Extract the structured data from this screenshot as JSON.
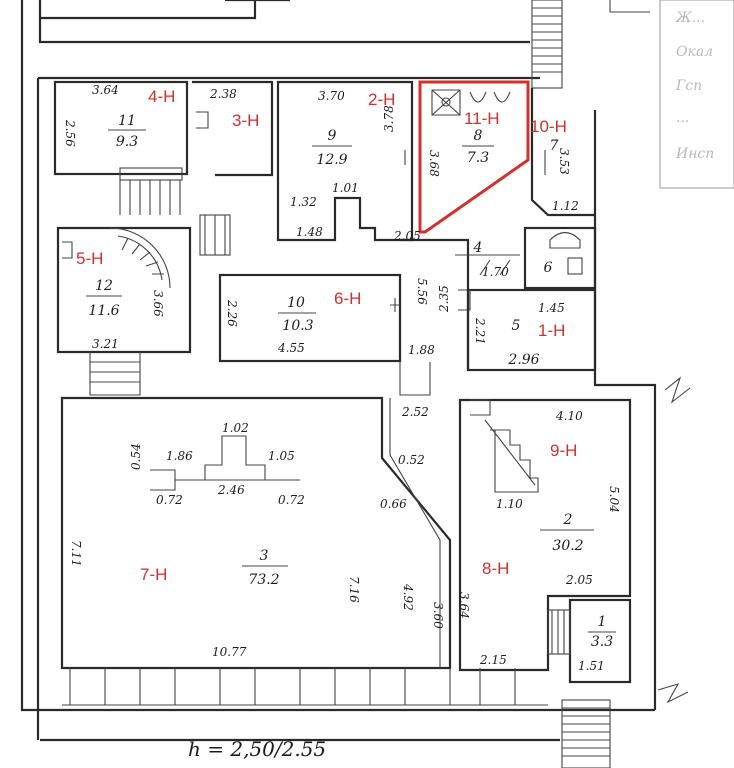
{
  "units": [
    {
      "id": "u4",
      "label": "4-Н"
    },
    {
      "id": "u3",
      "label": "3-Н"
    },
    {
      "id": "u2",
      "label": "2-Н"
    },
    {
      "id": "u11",
      "label": "11-Н"
    },
    {
      "id": "u10",
      "label": "10-Н"
    },
    {
      "id": "u5",
      "label": "5-Н"
    },
    {
      "id": "u6",
      "label": "6-Н"
    },
    {
      "id": "u1",
      "label": "1-Н"
    },
    {
      "id": "u9",
      "label": "9-Н"
    },
    {
      "id": "u7",
      "label": "7-Н"
    },
    {
      "id": "u8",
      "label": "8-Н"
    }
  ],
  "rooms": [
    {
      "id": "r11",
      "number": "11",
      "area": "9.3"
    },
    {
      "id": "r9",
      "number": "9",
      "area": "12.9"
    },
    {
      "id": "r8",
      "number": "8",
      "area": "7.3"
    },
    {
      "id": "r7",
      "number": "7",
      "area": ""
    },
    {
      "id": "r4",
      "number": "4",
      "area": ""
    },
    {
      "id": "r6",
      "number": "6",
      "area": ""
    },
    {
      "id": "r12",
      "number": "12",
      "area": "11.6"
    },
    {
      "id": "r10",
      "number": "10",
      "area": "10.3"
    },
    {
      "id": "r5",
      "number": "5",
      "area": "2.96"
    },
    {
      "id": "r3",
      "number": "3",
      "area": "73.2"
    },
    {
      "id": "r2",
      "number": "2",
      "area": "30.2"
    },
    {
      "id": "r1",
      "number": "1",
      "area": "3.3"
    }
  ],
  "dimensions": [
    {
      "id": "d1",
      "text": "3.64"
    },
    {
      "id": "d2",
      "text": "2.56"
    },
    {
      "id": "d3",
      "text": "2.38"
    },
    {
      "id": "d4",
      "text": "3.70"
    },
    {
      "id": "d5",
      "text": "3.78"
    },
    {
      "id": "d6",
      "text": "1.01"
    },
    {
      "id": "d7",
      "text": "1.32"
    },
    {
      "id": "d8",
      "text": "1.48"
    },
    {
      "id": "d9",
      "text": "2.05"
    },
    {
      "id": "d10",
      "text": "3.68"
    },
    {
      "id": "d11",
      "text": "3.53"
    },
    {
      "id": "d12",
      "text": "1.12"
    },
    {
      "id": "d13",
      "text": "1.70"
    },
    {
      "id": "d14",
      "text": "5.56"
    },
    {
      "id": "d15",
      "text": "2.26"
    },
    {
      "id": "d16",
      "text": "4.55"
    },
    {
      "id": "d17",
      "text": "1.88"
    },
    {
      "id": "d18",
      "text": "2.35"
    },
    {
      "id": "d19",
      "text": "1.45"
    },
    {
      "id": "d20",
      "text": "2.21"
    },
    {
      "id": "d21",
      "text": "3.66"
    },
    {
      "id": "d22",
      "text": "3.21"
    },
    {
      "id": "d23",
      "text": "1.02"
    },
    {
      "id": "d24",
      "text": "1.86"
    },
    {
      "id": "d25",
      "text": "1.05"
    },
    {
      "id": "d26",
      "text": "0.54"
    },
    {
      "id": "d27",
      "text": "0.72"
    },
    {
      "id": "d28",
      "text": "2.46"
    },
    {
      "id": "d29",
      "text": "0.72"
    },
    {
      "id": "d30",
      "text": "2.52"
    },
    {
      "id": "d31",
      "text": "4.10"
    },
    {
      "id": "d32",
      "text": "0.52"
    },
    {
      "id": "d33",
      "text": "0.66"
    },
    {
      "id": "d34",
      "text": "1.10"
    },
    {
      "id": "d35",
      "text": "5.04"
    },
    {
      "id": "d36",
      "text": "7.11"
    },
    {
      "id": "d37",
      "text": "7.16"
    },
    {
      "id": "d38",
      "text": "4.92"
    },
    {
      "id": "d39",
      "text": "3.60"
    },
    {
      "id": "d40",
      "text": "3.64"
    },
    {
      "id": "d41",
      "text": "2.05"
    },
    {
      "id": "d42",
      "text": "10.77"
    },
    {
      "id": "d43",
      "text": "2.15"
    },
    {
      "id": "d44",
      "text": "1.51"
    }
  ],
  "height_note": "h = 2,50/2.55",
  "stamp": [
    "Ж...",
    "Окал",
    "Гсп",
    "...",
    "Инсп"
  ]
}
